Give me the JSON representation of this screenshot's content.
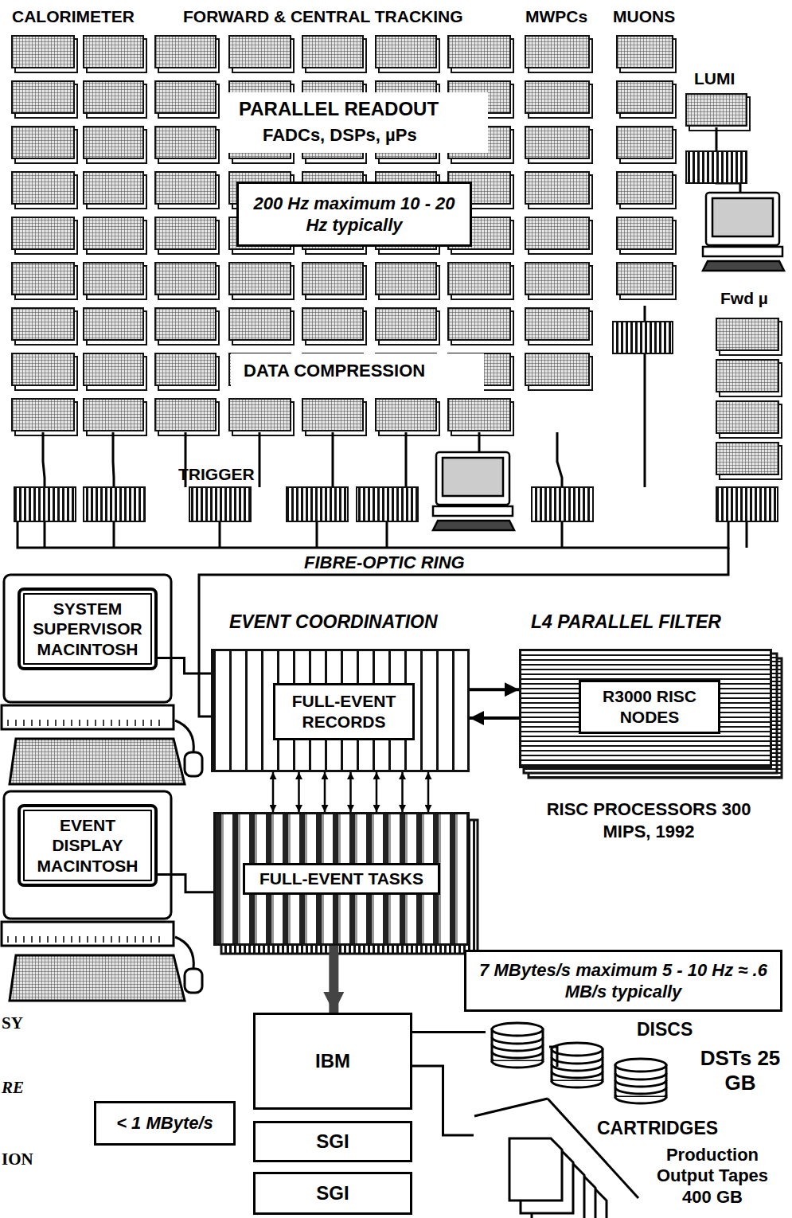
{
  "diagram": {
    "nodes": [
      {
        "text": [
          "200 Hz maximum 10 - 20 Hz typically"
        ]
      },
      {
        "text": [
          "SYSTEM SUPERVISOR MACINTOSH"
        ]
      },
      {
        "text": [
          "EVENT COORDINATION"
        ]
      },
      {
        "text": [
          "FULL-EVENT RECORDS"
        ],
        "in": 2
      },
      {
        "text": [
          "L4 PARALLEL FILTER"
        ]
      },
      {
        "text": [
          "R3000 RISC NODES"
        ],
        "in": 4
      },
      {
        "text": [
          "EVENT DISPLAY MACINTOSH"
        ]
      },
      {
        "text": [
          "FULL-EVENT TASKS"
        ]
      },
      {
        "text": [
          "7 MBytes/s maximum 5 - 10 Hz ≈ .6 MB/s typically"
        ]
      },
      {
        "text": [
          "IBM"
        ]
      },
      {
        "text": [
          "SGI"
        ]
      },
      {
        "text": [
          "SGI"
        ]
      },
      {
        "text": [
          "< 1 MByte/s"
        ]
      },
      {
        "text": [
          "DISCS",
          "DSTs 25 GB"
        ]
      },
      {
        "text": [
          "CARTRIDGES",
          "Production Output Tapes 400 GB"
        ]
      }
    ],
    "edges": [
      {
        "from": 2,
        "to": 4,
        "arrow": "to"
      },
      {
        "from": 4,
        "to": 2,
        "arrow": "to"
      },
      {
        "from": 2,
        "to": 7,
        "arrow": "both"
      },
      {
        "from": 7,
        "to": 9,
        "arrow": "to"
      },
      {
        "from": 9,
        "to": 13,
        "arrow": "none"
      },
      {
        "from": 9,
        "to": 14,
        "arrow": "none"
      },
      {
        "from": 1,
        "to": 2,
        "arrow": "none"
      },
      {
        "from": 6,
        "to": 7,
        "arrow": "none"
      }
    ],
    "labels": [
      "CALORIMETER",
      "FORWARD & CENTRAL TRACKING",
      "MWPCs",
      "MUONS",
      "LUMI",
      "Fwd µ",
      "PARALLEL READOUT",
      "FADCs, DSPs, µPs",
      "DATA COMPRESSION",
      "TRIGGER",
      "FIBRE-OPTIC RING",
      "RISC PROCESSORS 300 MIPS, 1992",
      "SY",
      "RE",
      "ION"
    ]
  }
}
